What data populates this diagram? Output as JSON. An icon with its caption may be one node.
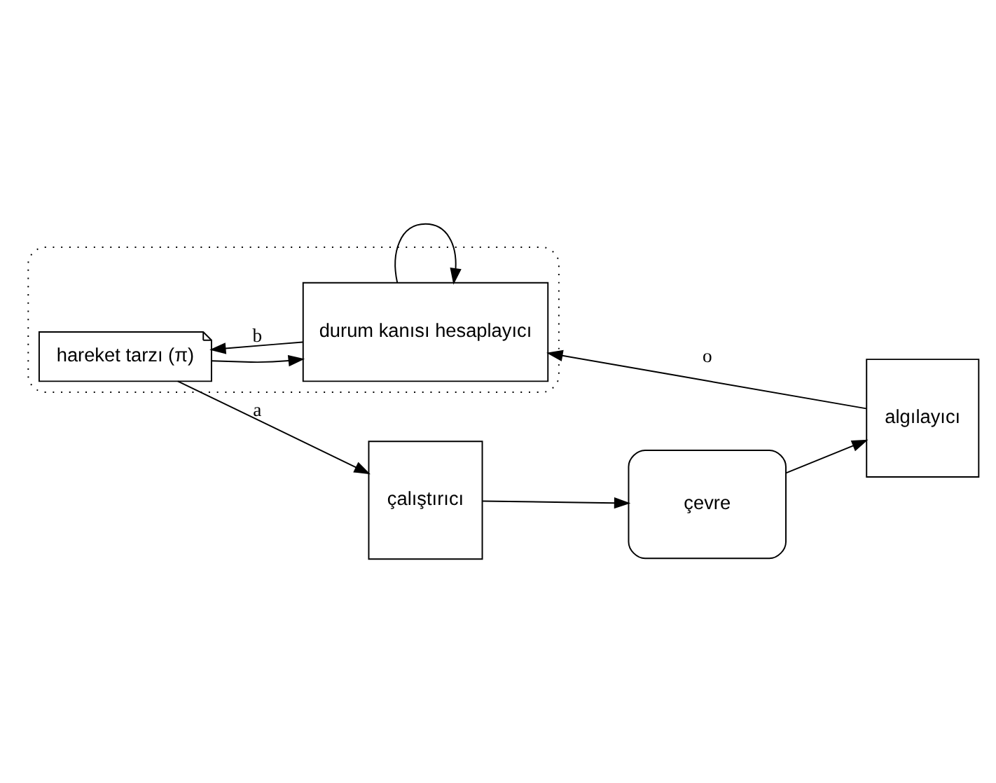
{
  "diagram": {
    "nodes": [
      {
        "text": [],
        "shape": "box"
      },
      {
        "text": [
          "hareket tarzı (π)"
        ],
        "in": 0
      },
      {
        "text": [
          "çalıştırıcı"
        ]
      },
      {
        "text": [
          "çevre"
        ]
      },
      {
        "text": [
          "algılayıcı"
        ]
      },
      {
        "text": [
          "durum kanısı hesaplayıcı"
        ],
        "in": 0
      }
    ],
    "edges": [
      {
        "from": 1,
        "to": 2,
        "arrow": "to",
        "label": "a"
      },
      {
        "from": 1,
        "to": 5,
        "arrow": "to"
      },
      {
        "from": 2,
        "to": 3,
        "arrow": "to"
      },
      {
        "from": 3,
        "to": 4,
        "arrow": "to"
      },
      {
        "from": 4,
        "to": 5,
        "arrow": "to",
        "label": "o"
      },
      {
        "from": 5,
        "to": 1,
        "arrow": "to",
        "label": "b"
      },
      {
        "from": 5,
        "to": 5,
        "arrow": "to"
      }
    ]
  }
}
